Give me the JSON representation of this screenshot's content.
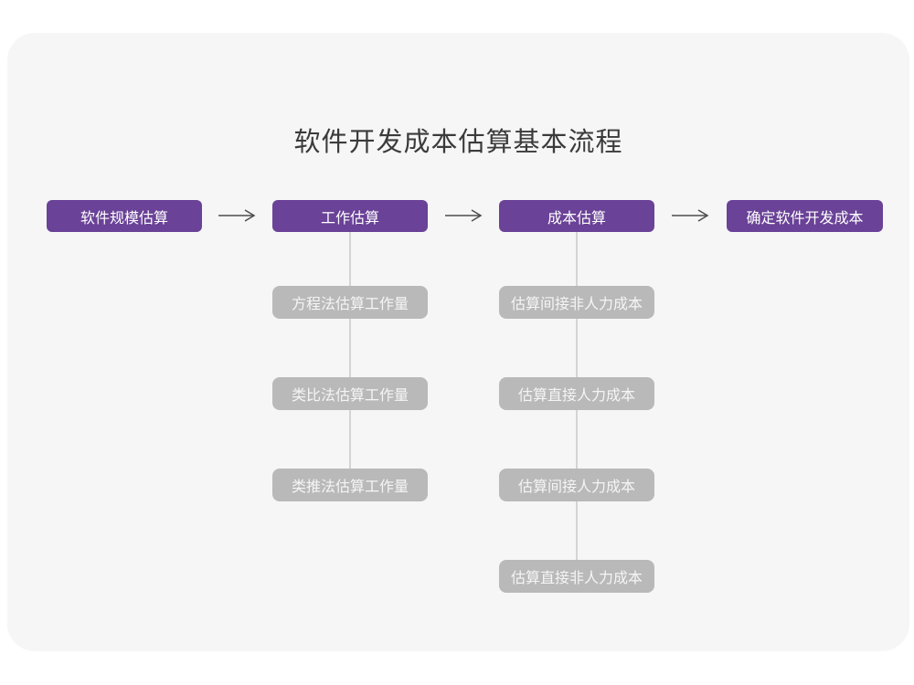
{
  "title": "软件开发成本估算基本流程",
  "colors": {
    "card_bg": "#f6f6f7",
    "title_text": "#3b3b3b",
    "stage_purple": "#6a4297",
    "stage_text": "#ffffff",
    "method_gray": "#b9b9b9",
    "method_text": "#f5f5f5",
    "arrow": "#4d4d4d",
    "connector": "#d4d4d4"
  },
  "flow": {
    "stages": [
      {
        "label": "软件规模估算"
      },
      {
        "label": "工作估算"
      },
      {
        "label": "成本估算"
      },
      {
        "label": "确定软件开发成本"
      }
    ]
  },
  "work_estimation_methods": [
    {
      "label": "方程法估算工作量"
    },
    {
      "label": "类比法估算工作量"
    },
    {
      "label": "类推法估算工作量"
    }
  ],
  "cost_estimation_steps": [
    {
      "label": "估算间接非人力成本"
    },
    {
      "label": "估算直接人力成本"
    },
    {
      "label": "估算间接人力成本"
    },
    {
      "label": "估算直接非人力成本"
    }
  ]
}
